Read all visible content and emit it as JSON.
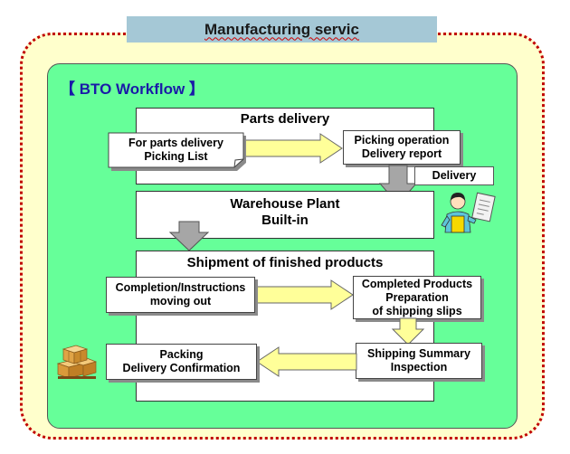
{
  "header": {
    "title": "Manufacturing servic"
  },
  "panel": {
    "title": "【 BTO Workflow 】"
  },
  "parts_delivery": {
    "title": "Parts delivery",
    "picking_list": [
      "For parts delivery",
      "Picking List"
    ],
    "picking_operation": [
      "Picking operation",
      "Delivery report"
    ],
    "delivery": "Delivery"
  },
  "warehouse": {
    "title": [
      "Warehouse Plant",
      "Built-in"
    ]
  },
  "shipment": {
    "title": "Shipment of finished products",
    "completion": [
      "Completion/Instructions",
      "moving out"
    ],
    "completed_products": [
      "Completed Products",
      "Preparation",
      "of shipping slips"
    ],
    "shipping_summary": [
      "Shipping Summary",
      "Inspection"
    ],
    "packing": [
      "Packing",
      "Delivery Confirmation"
    ]
  },
  "icons": [
    "worker-with-clipboard-icon",
    "cardboard-boxes-icon"
  ],
  "colors": {
    "outer_fill": "#ffffcc",
    "outer_border": "#c00000",
    "title_bar": "#a5c8d6",
    "panel_green": "#66ff99",
    "heading_blue": "#1a1aa8",
    "arrow_yellow": "#ffff99",
    "arrow_gray": "#a6a6a6"
  }
}
